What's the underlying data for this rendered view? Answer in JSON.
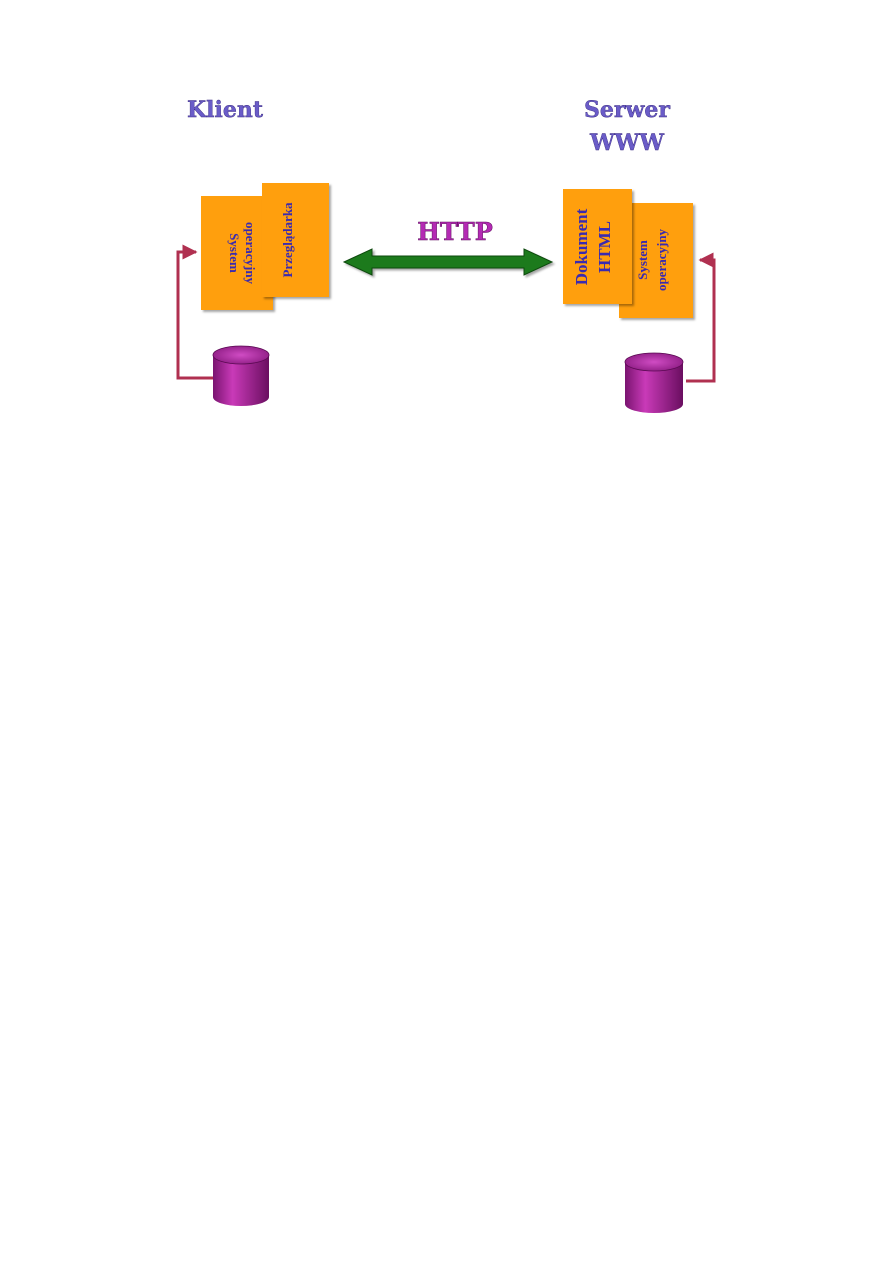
{
  "client": {
    "title": "Klient",
    "os_label_1": "System",
    "os_label_2": "operacyjny",
    "browser_label": "Przeglądarka"
  },
  "server": {
    "title_1": "Serwer",
    "title_2": "WWW",
    "doc_label_1": "Dokument",
    "doc_label_2": "HTML",
    "os_label_1": "System",
    "os_label_2": "operacyjny"
  },
  "protocol": {
    "label": "HTTP"
  },
  "colors": {
    "box_fill": "#ff9f10",
    "box_text": "#3a2ab0",
    "title_text": "#6a5cc8",
    "http_text": "#b42ab4",
    "arrow_fill": "#1c7a1c",
    "connector": "#b03050",
    "db_fill": "#b02aa0"
  }
}
